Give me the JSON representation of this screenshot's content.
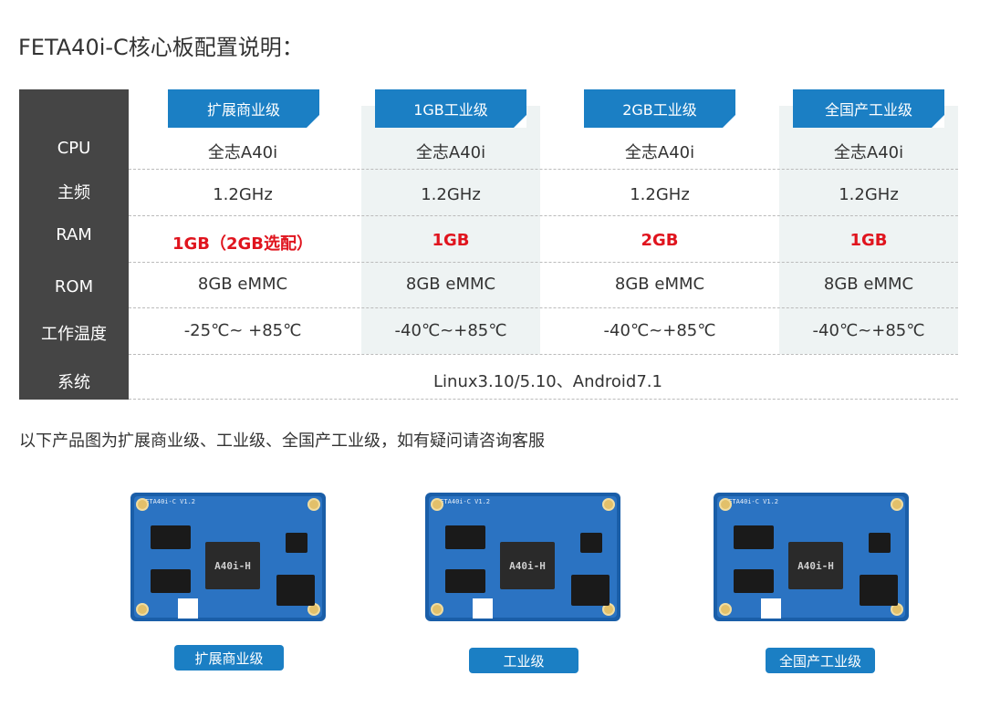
{
  "title": "FETA40i-C核心板配置说明：",
  "row_headers": [
    "CPU",
    "主频",
    "RAM",
    "ROM",
    "工作温度",
    "系统"
  ],
  "columns": [
    {
      "header": "扩展商业级",
      "cpu": "全志A40i",
      "freq": "1.2GHz",
      "ram": "1GB（2GB选配）",
      "rom": "8GB eMMC",
      "temp": "-25℃~ +85℃"
    },
    {
      "header": "1GB工业级",
      "cpu": "全志A40i",
      "freq": "1.2GHz",
      "ram": "1GB",
      "rom": "8GB eMMC",
      "temp": "-40℃~+85℃"
    },
    {
      "header": "2GB工业级",
      "cpu": "全志A40i",
      "freq": "1.2GHz",
      "ram": "2GB",
      "rom": "8GB eMMC",
      "temp": "-40℃~+85℃"
    },
    {
      "header": "全国产工业级",
      "cpu": "全志A40i",
      "freq": "1.2GHz",
      "ram": "1GB",
      "rom": "8GB eMMC",
      "temp": "-40℃~+85℃"
    }
  ],
  "system": "Linux3.10/5.10、Android7.1",
  "note": "以下产品图为扩展商业级、工业级、全国产工业级，如有疑问请咨询客服",
  "boards": [
    {
      "silk": "FETA40i-C V1.2",
      "chip": "A40i-H",
      "button": "扩展商业级"
    },
    {
      "silk": "FETA40i-C V1.2",
      "chip": "A40i-H",
      "button": "工业级"
    },
    {
      "silk": "FETA40i-C V1.2",
      "chip": "A40i-H",
      "button": "全国产工业级"
    }
  ],
  "colors": {
    "header_blue": "#1b7fc4",
    "ram_red": "#e0141e",
    "rowhead_bg": "#454545",
    "col_bg": "#eef3f3"
  }
}
